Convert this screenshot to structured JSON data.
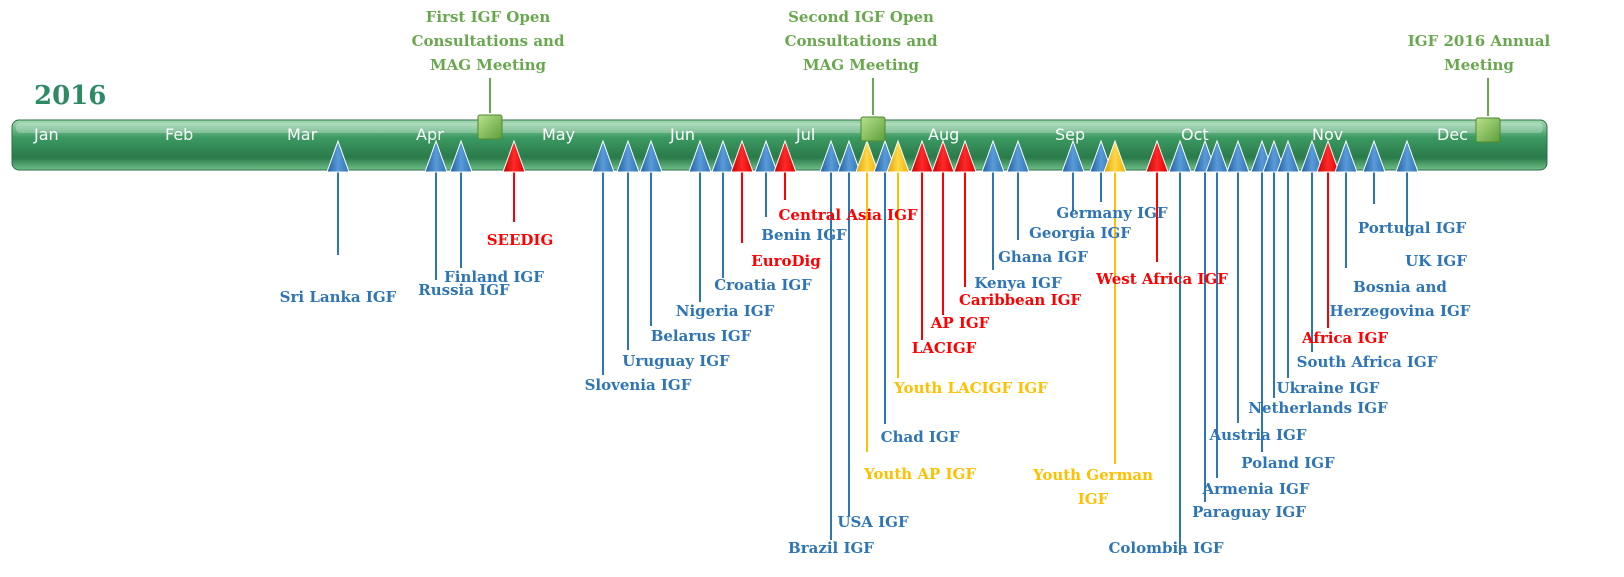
{
  "year": "2016",
  "months": [
    "Jan",
    "Feb",
    "Mar",
    "Apr",
    "May",
    "Jun",
    "Jul",
    "Aug",
    "Sep",
    "Oct",
    "Nov",
    "Dec"
  ],
  "colors": {
    "bar_dark": "#2e7d4f",
    "bar_light": "#6fbf8a",
    "year_text": "#2e8a64",
    "milestone": "#6aa84f",
    "blue": "#2e75b6",
    "red": "#ff0000",
    "yellow": "#ffc000"
  },
  "milestones": [
    {
      "lines": [
        "First IGF Open",
        "Consultations and",
        "MAG Meeting"
      ]
    },
    {
      "lines": [
        "Second IGF Open",
        "Consultations and",
        "MAG Meeting"
      ]
    },
    {
      "lines": [
        "IGF 2016 Annual",
        "Meeting"
      ]
    }
  ],
  "events": [
    {
      "label": "Sri Lanka IGF",
      "color": "blue"
    },
    {
      "label": "Russia IGF",
      "color": "blue"
    },
    {
      "label": "Finland IGF",
      "color": "blue"
    },
    {
      "label": "SEEDIG",
      "color": "red"
    },
    {
      "label": "Slovenia IGF",
      "color": "blue"
    },
    {
      "label": "Uruguay IGF",
      "color": "blue"
    },
    {
      "label": "Belarus IGF",
      "color": "blue"
    },
    {
      "label": "Nigeria IGF",
      "color": "blue"
    },
    {
      "label": "Croatia IGF",
      "color": "blue"
    },
    {
      "label": "EuroDig",
      "color": "red"
    },
    {
      "label": "Benin IGF",
      "color": "blue"
    },
    {
      "label": "Central Asia IGF",
      "color": "red"
    },
    {
      "label": "Brazil IGF",
      "color": "blue"
    },
    {
      "label": "USA IGF",
      "color": "blue"
    },
    {
      "label": "Youth AP IGF",
      "color": "yellow"
    },
    {
      "label": "Chad IGF",
      "color": "blue"
    },
    {
      "label": "Youth LACIGF IGF",
      "color": "yellow"
    },
    {
      "label": "LACIGF",
      "color": "red"
    },
    {
      "label": "AP IGF",
      "color": "red"
    },
    {
      "label": "Caribbean IGF",
      "color": "red"
    },
    {
      "label": "Kenya IGF",
      "color": "blue"
    },
    {
      "label": "Ghana IGF",
      "color": "blue"
    },
    {
      "label": "Georgia IGF",
      "color": "blue"
    },
    {
      "label": "Germany IGF",
      "color": "blue"
    },
    {
      "label": "Youth German IGF",
      "color": "yellow"
    },
    {
      "label": "West Africa IGF",
      "color": "red"
    },
    {
      "label": "Colombia IGF",
      "color": "blue"
    },
    {
      "label": "Paraguay IGF",
      "color": "blue"
    },
    {
      "label": "Armenia IGF",
      "color": "blue"
    },
    {
      "label": "Austria IGF",
      "color": "blue"
    },
    {
      "label": "Poland IGF",
      "color": "blue"
    },
    {
      "label": "Netherlands IGF",
      "color": "blue"
    },
    {
      "label": "Ukraine IGF",
      "color": "blue"
    },
    {
      "label": "South Africa IGF",
      "color": "blue"
    },
    {
      "label": "Africa IGF",
      "color": "red"
    },
    {
      "label": "Bosnia and Herzegovina IGF",
      "color": "blue"
    },
    {
      "label": "Portugal IGF",
      "color": "blue"
    },
    {
      "label": "UK IGF",
      "color": "blue"
    }
  ]
}
